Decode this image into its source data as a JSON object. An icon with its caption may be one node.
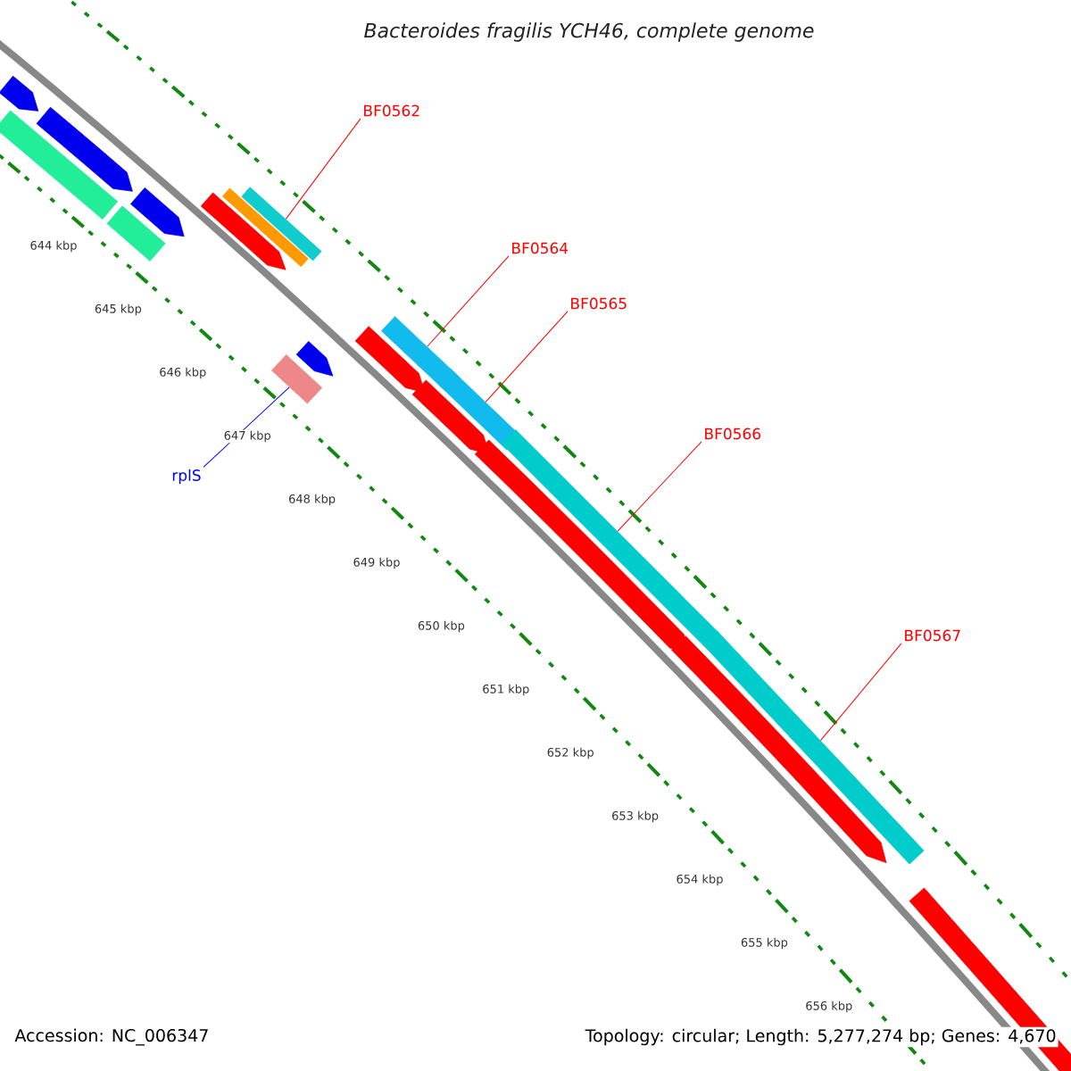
{
  "diagram": {
    "title": "Bacteroides fragilis YCH46, complete genome",
    "nodes": [
      {
        "text": [
          "BF0562"
        ]
      },
      {
        "text": [
          "BF0564"
        ]
      },
      {
        "text": [
          "BF0565"
        ]
      },
      {
        "text": [
          "BF0566"
        ]
      },
      {
        "text": [
          "BF0567"
        ]
      },
      {
        "text": [
          "rplS"
        ]
      },
      {
        "text": [],
        "shape": "arrow"
      },
      {
        "text": [],
        "shape": "bar"
      },
      {
        "text": [],
        "shape": "arrow"
      },
      {
        "text": [],
        "shape": "bar"
      },
      {
        "text": [],
        "shape": "arrow"
      },
      {
        "text": [],
        "shape": "arrow"
      },
      {
        "text": [],
        "shape": "bar"
      },
      {
        "text": [],
        "shape": "bar"
      },
      {
        "text": [],
        "shape": "bar"
      },
      {
        "text": [],
        "shape": "arrow"
      },
      {
        "text": [],
        "shape": "arrow"
      },
      {
        "text": [],
        "shape": "bar"
      },
      {
        "text": [],
        "shape": "arrow"
      },
      {
        "text": [],
        "shape": "bar"
      },
      {
        "text": [],
        "shape": "arrow"
      },
      {
        "text": [],
        "shape": "bar"
      },
      {
        "text": [],
        "shape": "arrow"
      },
      {
        "text": [],
        "shape": "bar"
      },
      {
        "text": [],
        "shape": "bar"
      }
    ],
    "edges": [
      {
        "from": 0,
        "to": 13,
        "arrow": "none"
      },
      {
        "from": 1,
        "to": 17,
        "arrow": "none"
      },
      {
        "from": 2,
        "to": 19,
        "arrow": "none"
      },
      {
        "from": 3,
        "to": 21,
        "arrow": "none"
      },
      {
        "from": 4,
        "to": 23,
        "arrow": "none"
      },
      {
        "from": 5,
        "to": 14,
        "arrow": "none",
        "color": "#0000ff"
      }
    ],
    "labels": [
      "644 kbp",
      "645 kbp",
      "646 kbp",
      "647 kbp",
      "648 kbp",
      "649 kbp",
      "650 kbp",
      "651 kbp",
      "652 kbp",
      "653 kbp",
      "654 kbp",
      "655 kbp",
      "656 kbp",
      "Accession: NC_006347",
      "Topology: circular; Length: 5,277,274 bp; Genes: 4,670"
    ]
  }
}
